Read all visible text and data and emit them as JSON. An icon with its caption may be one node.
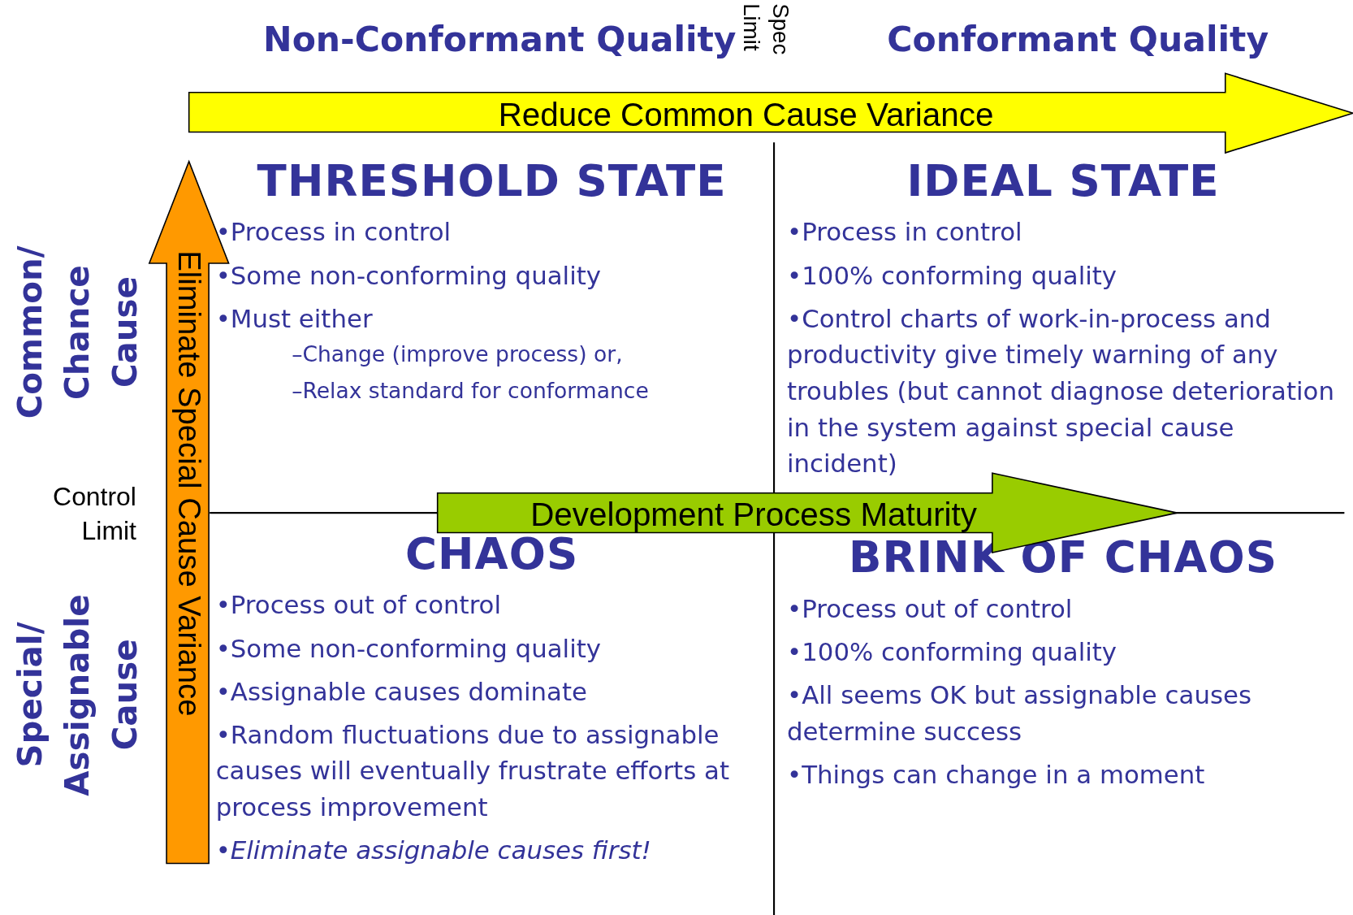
{
  "diagram": {
    "nodes": [
      {
        "text": [
          "THRESHOLD STATE",
          "•Process in control",
          "•Some non-conforming quality",
          "•Must either",
          "–Change (improve process) or,",
          "–Relax standard for conformance"
        ]
      },
      {
        "text": [
          "IDEAL STATE",
          "•Process in control",
          "•100% conforming quality",
          "•Control charts of work-in-process and productivity give timely warning of any troubles (but cannot diagnose deterioration in the system against special cause incident)"
        ]
      },
      {
        "text": [
          "CHAOS",
          "•Process out of control",
          "•Some non-conforming quality",
          "•Assignable causes dominate",
          "•Random fluctuations due to assignable causes will eventually frustrate efforts at process improvement",
          "•Eliminate assignable causes first!"
        ]
      },
      {
        "text": [
          "BRINK OF CHAOS",
          "•Process out of control",
          "•100% conforming quality",
          "•All seems OK but assignable causes determine success",
          "•Things can change in a moment"
        ]
      },
      {
        "text": [
          "Reduce Common Cause Variance"
        ]
      },
      {
        "text": [
          "Eliminate Special Cause Variance"
        ]
      },
      {
        "text": [
          "Development Process Maturity"
        ]
      }
    ],
    "labels": [
      "Non-Conformant Quality",
      "Spec Limit",
      "Conformant Quality",
      "Common/ Chance Cause",
      "Control Limit",
      "Special/ Assignable Cause"
    ]
  }
}
